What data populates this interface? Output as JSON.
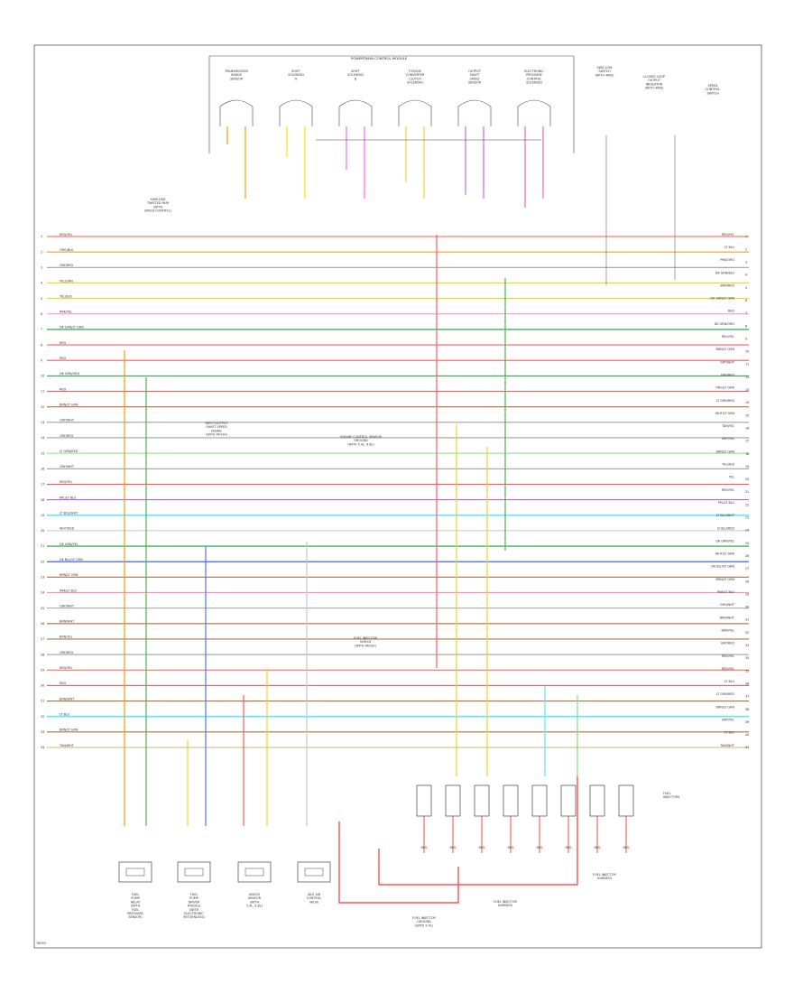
{
  "diagram": {
    "id_tag": "76093",
    "module_header": "POWERTRAIN CONTROL MODULE",
    "sensors_top": [
      {
        "label": "TRANSMISSION\nRANGE\nSENSOR",
        "color": "#ff9900"
      },
      {
        "label": "SHIFT\nSOLENOID\nA",
        "color": "#ffe600"
      },
      {
        "label": "SHIFT\nSOLENOID\nB",
        "color": "#ff66ff"
      },
      {
        "label": "TORQUE\nCONVERTER\nCLUTCH\nSOLENOID",
        "color": "#ffcc33"
      },
      {
        "label": "OUTPUT\nSHAFT\nSPEED\nSENSOR",
        "color": "#cc66ff"
      },
      {
        "label": "ELECTRONIC\nPRESSURE\nCONTROL\nSOLENOID",
        "color": "#ff6699"
      }
    ],
    "right_upper_labels": [
      "4WD LOW\nSWITCH\n(WITH 4WD)",
      "CLOSED LOOP\nOUTPUT\nINDICATOR\n(WITH 4WD)",
      "SPEED\nCONTROL\nSWITCH"
    ],
    "annot_top_left": "SHIELDED\nTWISTED PAIR\n(WITH\nSPEED CONTROL)",
    "annot_mid_left": "INPUT/OUTPUT\nSHAFT SPEED\nSIGNAL\n(WITH 4R100)",
    "annot_mid_center": "ENGINE CONTROL SENSOR\nGROUND\n(WITH 5.4L, 6.8L)",
    "annot_fuel_inj": "FUEL INJECTOR\nSHIELD\n(WITH 4R100)",
    "annot_right_fuel": "FUEL INJECTOR\nHARNESS",
    "annot_bottom_fuel": "FUEL INJECTOR\nGROUND\n(WITH 5.4L)",
    "annot_bottom_fuel2": "FUEL INJECTOR\nHARNESS",
    "bottom_components": [
      {
        "label": "FUEL\nPUMP\nRELAY\n(WITH\nFUEL\nPRESSURE\nSENSOR)",
        "color": "#ff9900"
      },
      {
        "label": "FUEL\nPUMP\nDRIVER\nMODULE\n(WITH\nELECTRONIC\nRETURNLESS)",
        "color": "#3366ff"
      },
      {
        "label": "KNOCK\nSENSOR\n(WITH\n5.4L, 6.8L)",
        "color": "#ff3333"
      },
      {
        "label": "IDLE AIR\nCONTROL\nVALVE",
        "color": "#999999"
      }
    ],
    "fuel_injectors_label": "FUEL\nINJECTORS",
    "injector_count": 8,
    "left_wire_labels": [
      "RED/YEL",
      "ORG/BLK",
      "GRY/RED",
      "YEL/GRN",
      "YEL/BLK",
      "PNK/YEL",
      "DK GRN/LT GRN",
      "RED",
      "RED",
      "DK GRN/ORG",
      "RED",
      "BRN/LT GRN",
      "GRY/WHT",
      "GRY/RED",
      "LT GRN/RED",
      "GRY/WHT",
      "RED/YEL",
      "PPL/LT BLU",
      "LT BLU/WHT",
      "WHT/RED",
      "DK GRN/YEL",
      "DK BLU/LT GRN",
      "BRN/LT GRN",
      "PNK/LT BLU",
      "GRY/WHT",
      "BRN/WHT",
      "BRN/YEL",
      "GRY/RED",
      "RED/YEL",
      "RED",
      "BRN/WHT",
      "LT BLU",
      "BRN/LT GRN",
      "TAN/WHT"
    ],
    "right_wire_labels": [
      "RED/YEL",
      "LT BLU",
      "PNK/ORG",
      "DK GRN/BLU",
      "BRN/RED",
      "DK GRN/LT GRN",
      "RED",
      "DK GRN/ORG",
      "RED/YEL",
      "BRN/LT GRN",
      "GRY/WHT",
      "GRY/RED",
      "ORG/LT GRN",
      "LT GRN/RED",
      "WHT/LT GRN",
      "TAN/YEL",
      "GRY/YEL",
      "BRN/LT GRN",
      "YEL/BLK",
      "YEL",
      "RED/YEL",
      "PPL/LT BLU",
      "LT BLU/WHT",
      "LT BLU/RED",
      "DK GRN/YEL",
      "WHT/LT GRN",
      "DK BLU/LT GRN",
      "BRN/LT GRN",
      "PNK/LT BLU",
      "GRY/WHT",
      "BRN/WHT",
      "BRN/YEL",
      "GRY/RED",
      "RED/YEL",
      "RED/YEL",
      "LT BLU",
      "LT GRN/RED",
      "BRN/LT GRN",
      "GRY/YEL",
      "LT BLU",
      "TAN/WHT"
    ]
  },
  "chart_data": null
}
